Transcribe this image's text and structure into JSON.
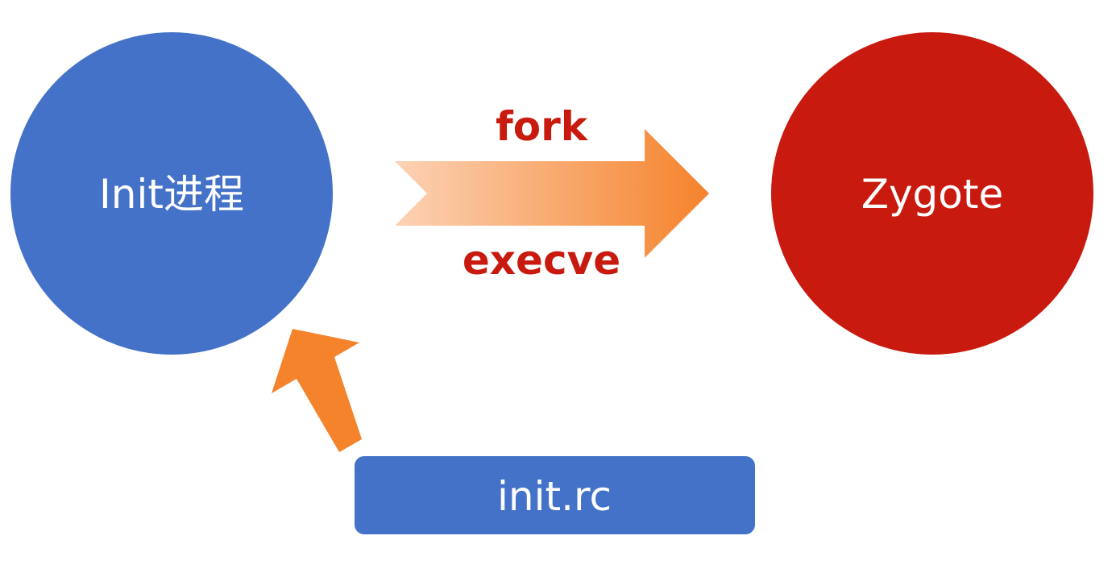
{
  "diagram": {
    "nodes": {
      "init_process": {
        "label": "Init进程",
        "color": "#4472C8"
      },
      "zygote": {
        "label": "Zygote",
        "color": "#C81A0E"
      },
      "init_rc": {
        "label": "init.rc",
        "color": "#4472C8"
      }
    },
    "edges": {
      "main_arrow": {
        "top_label": "fork",
        "bottom_label": "execve",
        "label_color": "#C81A0E",
        "gradient_start": "#FCD2B5",
        "gradient_end": "#F5832C"
      },
      "config_arrow": {
        "color": "#F5832C"
      }
    }
  }
}
